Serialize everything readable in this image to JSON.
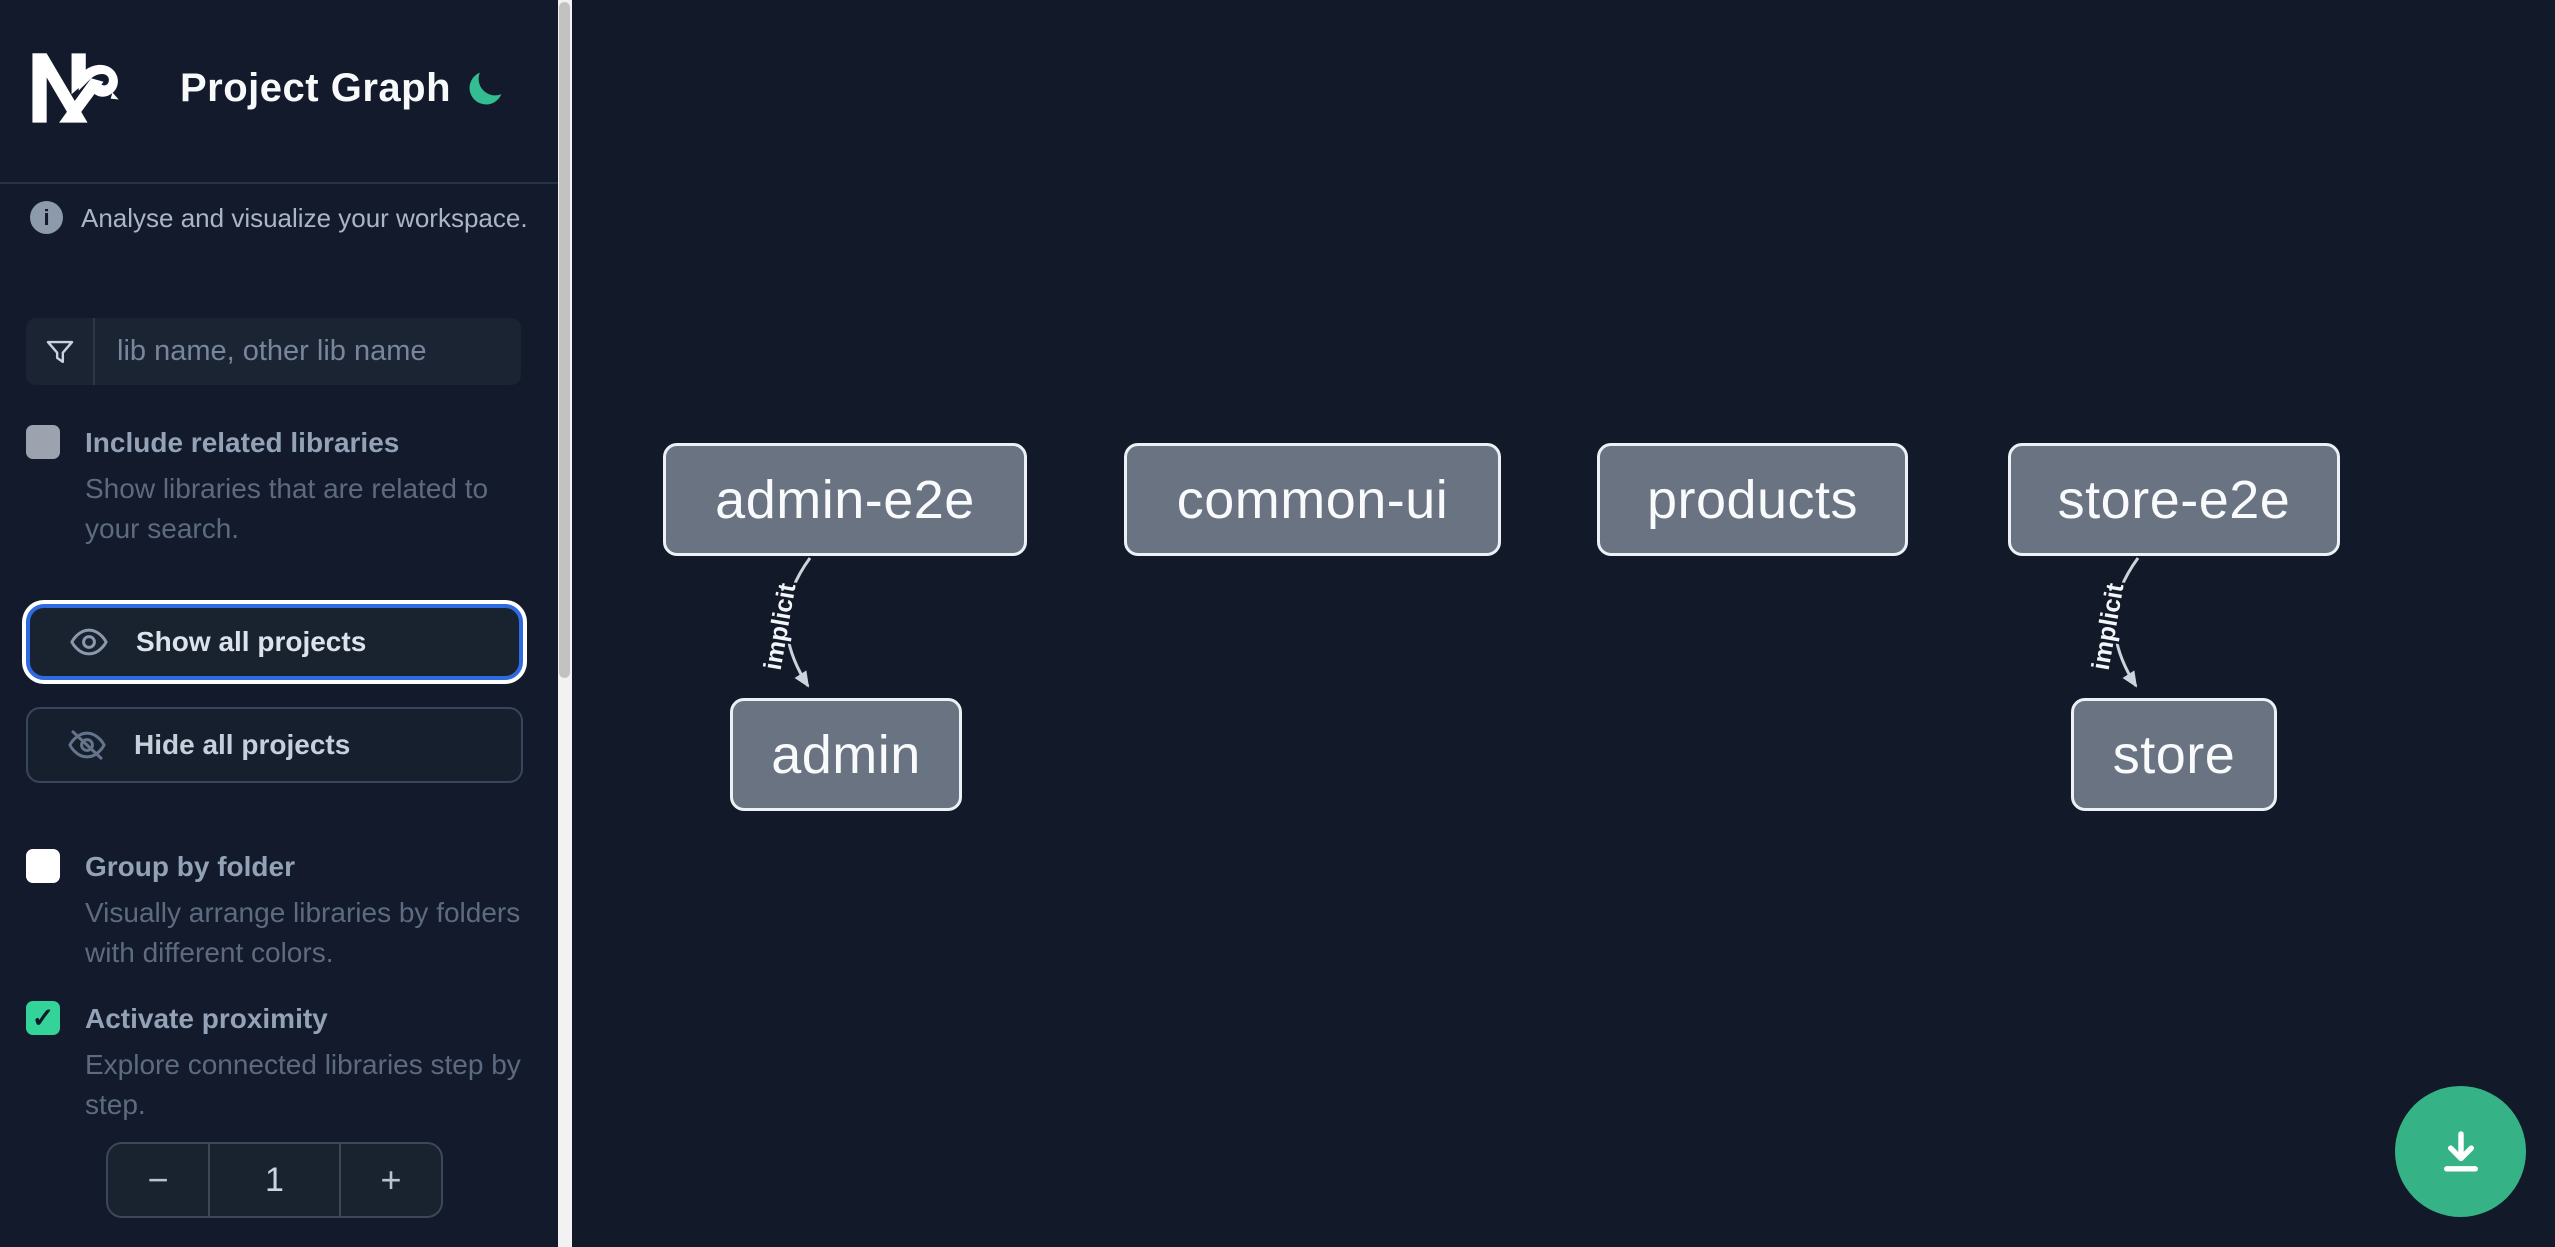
{
  "header": {
    "title": "Project Graph",
    "logo": "nx-logo",
    "theme_toggle_icon": "moon-icon",
    "accent_color": "#34bd90"
  },
  "sidebar": {
    "info": {
      "icon": "info-icon",
      "icon_glyph": "i",
      "text": "Analyse and visualize your workspace."
    },
    "search": {
      "icon": "funnel-icon",
      "placeholder": "lib name, other lib name",
      "value": ""
    },
    "include_related": {
      "label": "Include related libraries",
      "description": "Show libraries that are related to your search.",
      "checked": false
    },
    "show_all": {
      "label": "Show all projects",
      "icon": "eye-icon",
      "focused": true,
      "focus_border_color": "#2f6ae0"
    },
    "hide_all": {
      "label": "Hide all projects",
      "icon": "eye-off-icon"
    },
    "group_by_folder": {
      "label": "Group by folder",
      "description": "Visually arrange libraries by folders with different colors.",
      "checked": false
    },
    "activate_proximity": {
      "label": "Activate proximity",
      "description": "Explore connected libraries step by step.",
      "checked": true,
      "checkmark": "✓"
    },
    "proximity_stepper": {
      "decrement": "−",
      "value": "1",
      "increment": "+"
    }
  },
  "graph": {
    "nodes": [
      {
        "label": "admin-e2e"
      },
      {
        "label": "common-ui"
      },
      {
        "label": "products"
      },
      {
        "label": "store-e2e"
      },
      {
        "label": "admin"
      },
      {
        "label": "store"
      }
    ],
    "edges": [
      {
        "from": "admin-e2e",
        "to": "admin",
        "label": "implicit",
        "type": "implicit"
      },
      {
        "from": "store-e2e",
        "to": "store",
        "label": "implicit",
        "type": "implicit"
      }
    ],
    "node_fill": "#6a7381",
    "node_border": "#edf1f5",
    "edge_color": "#ccd3db"
  },
  "fab": {
    "icon": "download-icon",
    "color": "#35b387"
  }
}
